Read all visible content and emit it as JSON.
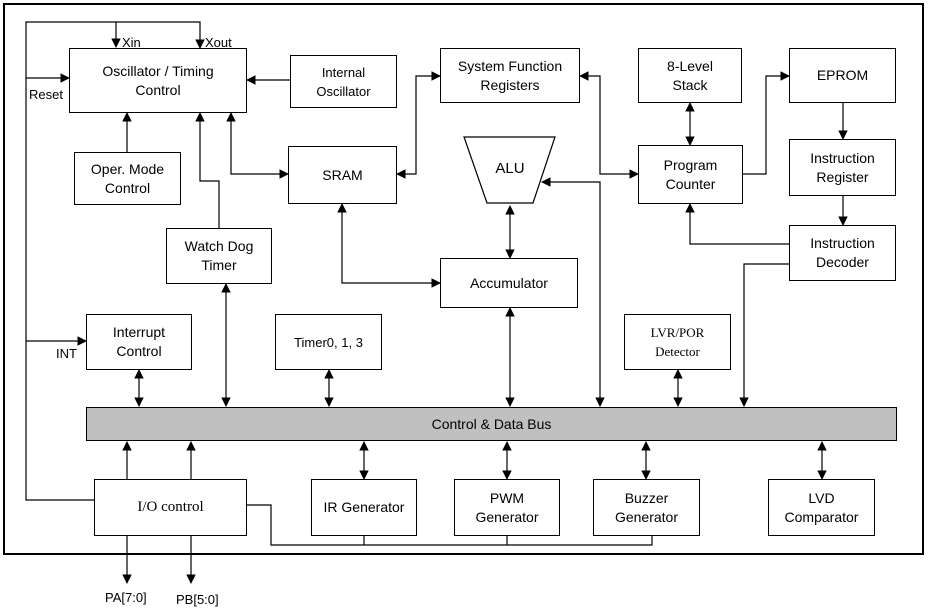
{
  "blocks": {
    "oscillator": "Oscillator / Timing\nControl",
    "internal_oscillator": "Internal\nOscillator",
    "system_function_registers": "System Function\nRegisters",
    "stack": "8-Level\nStack",
    "eprom": "EPROM",
    "oper_mode": "Oper. Mode\nControl",
    "sram": "SRAM",
    "alu": "ALU",
    "program_counter": "Program\nCounter",
    "instruction_register": "Instruction\nRegister",
    "watchdog": "Watch Dog\nTimer",
    "accumulator": "Accumulator",
    "instruction_decoder": "Instruction\nDecoder",
    "interrupt": "Interrupt\nControl",
    "timer": "Timer0, 1, 3",
    "lvr_por": "LVR/POR\nDetector",
    "bus": "Control & Data Bus",
    "io_control": "I/O control",
    "ir_generator": "IR Generator",
    "pwm": "PWM\nGenerator",
    "buzzer": "Buzzer\nGenerator",
    "lvd": "LVD\nComparator"
  },
  "signals": {
    "xin": "Xin",
    "xout": "Xout",
    "reset": "Reset",
    "int": "INT",
    "pa": "PA[7:0]",
    "pb": "PB[5:0]"
  }
}
